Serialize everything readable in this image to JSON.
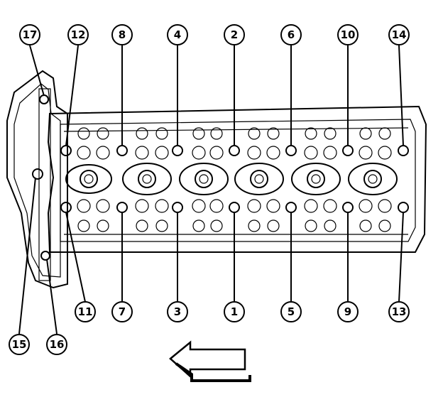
{
  "diagram": {
    "callouts": {
      "c1": "1",
      "c2": "2",
      "c3": "3",
      "c4": "4",
      "c5": "5",
      "c6": "6",
      "c7": "7",
      "c8": "8",
      "c9": "9",
      "c10": "10",
      "c11": "11",
      "c12": "12",
      "c13": "13",
      "c14": "14",
      "c15": "15",
      "c16": "16",
      "c17": "17"
    },
    "direction_arrow": "left"
  }
}
